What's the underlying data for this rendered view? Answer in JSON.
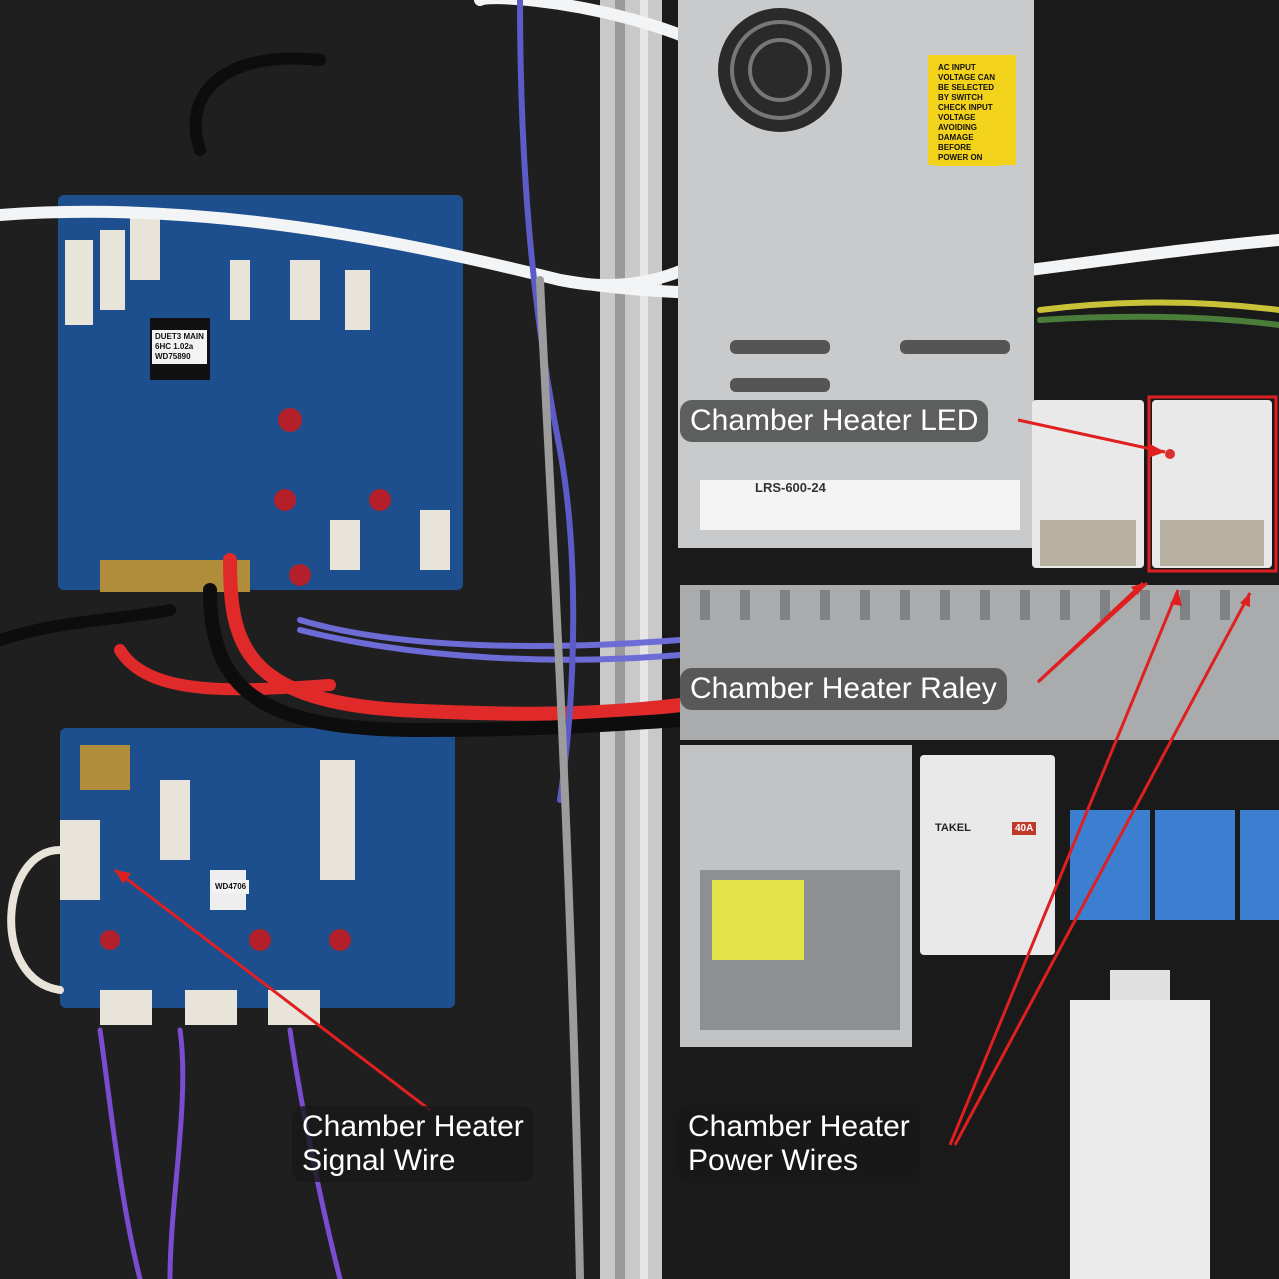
{
  "callouts": {
    "chamber_heater_led": "Chamber Heater LED",
    "chamber_heater_relay": "Chamber Heater Raley",
    "signal_wire_line1": "Chamber Heater",
    "signal_wire_line2": "Signal Wire",
    "power_wires_line1": "Chamber Heater",
    "power_wires_line2": "Power Wires"
  },
  "device_labels": {
    "psu_model": "LRS-600-24",
    "main_board": "DUET3 MAIN\n6HC 1.02a\nWD75890",
    "expansion_board": "WD4706",
    "ssr_brand": "TAKEL",
    "ssr_rating": "40A",
    "psu_warning": "AC INPUT VOLTAGE CAN BE SELECTED BY SWITCH CHECK INPUT VOLTAGE AVOIDING DAMAGE BEFORE POWER ON"
  },
  "colors": {
    "annotation_arrow": "#e02020",
    "highlight_box": "#e02020",
    "panel_background": "#1e1e1e",
    "pcb_blue": "#1d4f8f"
  }
}
